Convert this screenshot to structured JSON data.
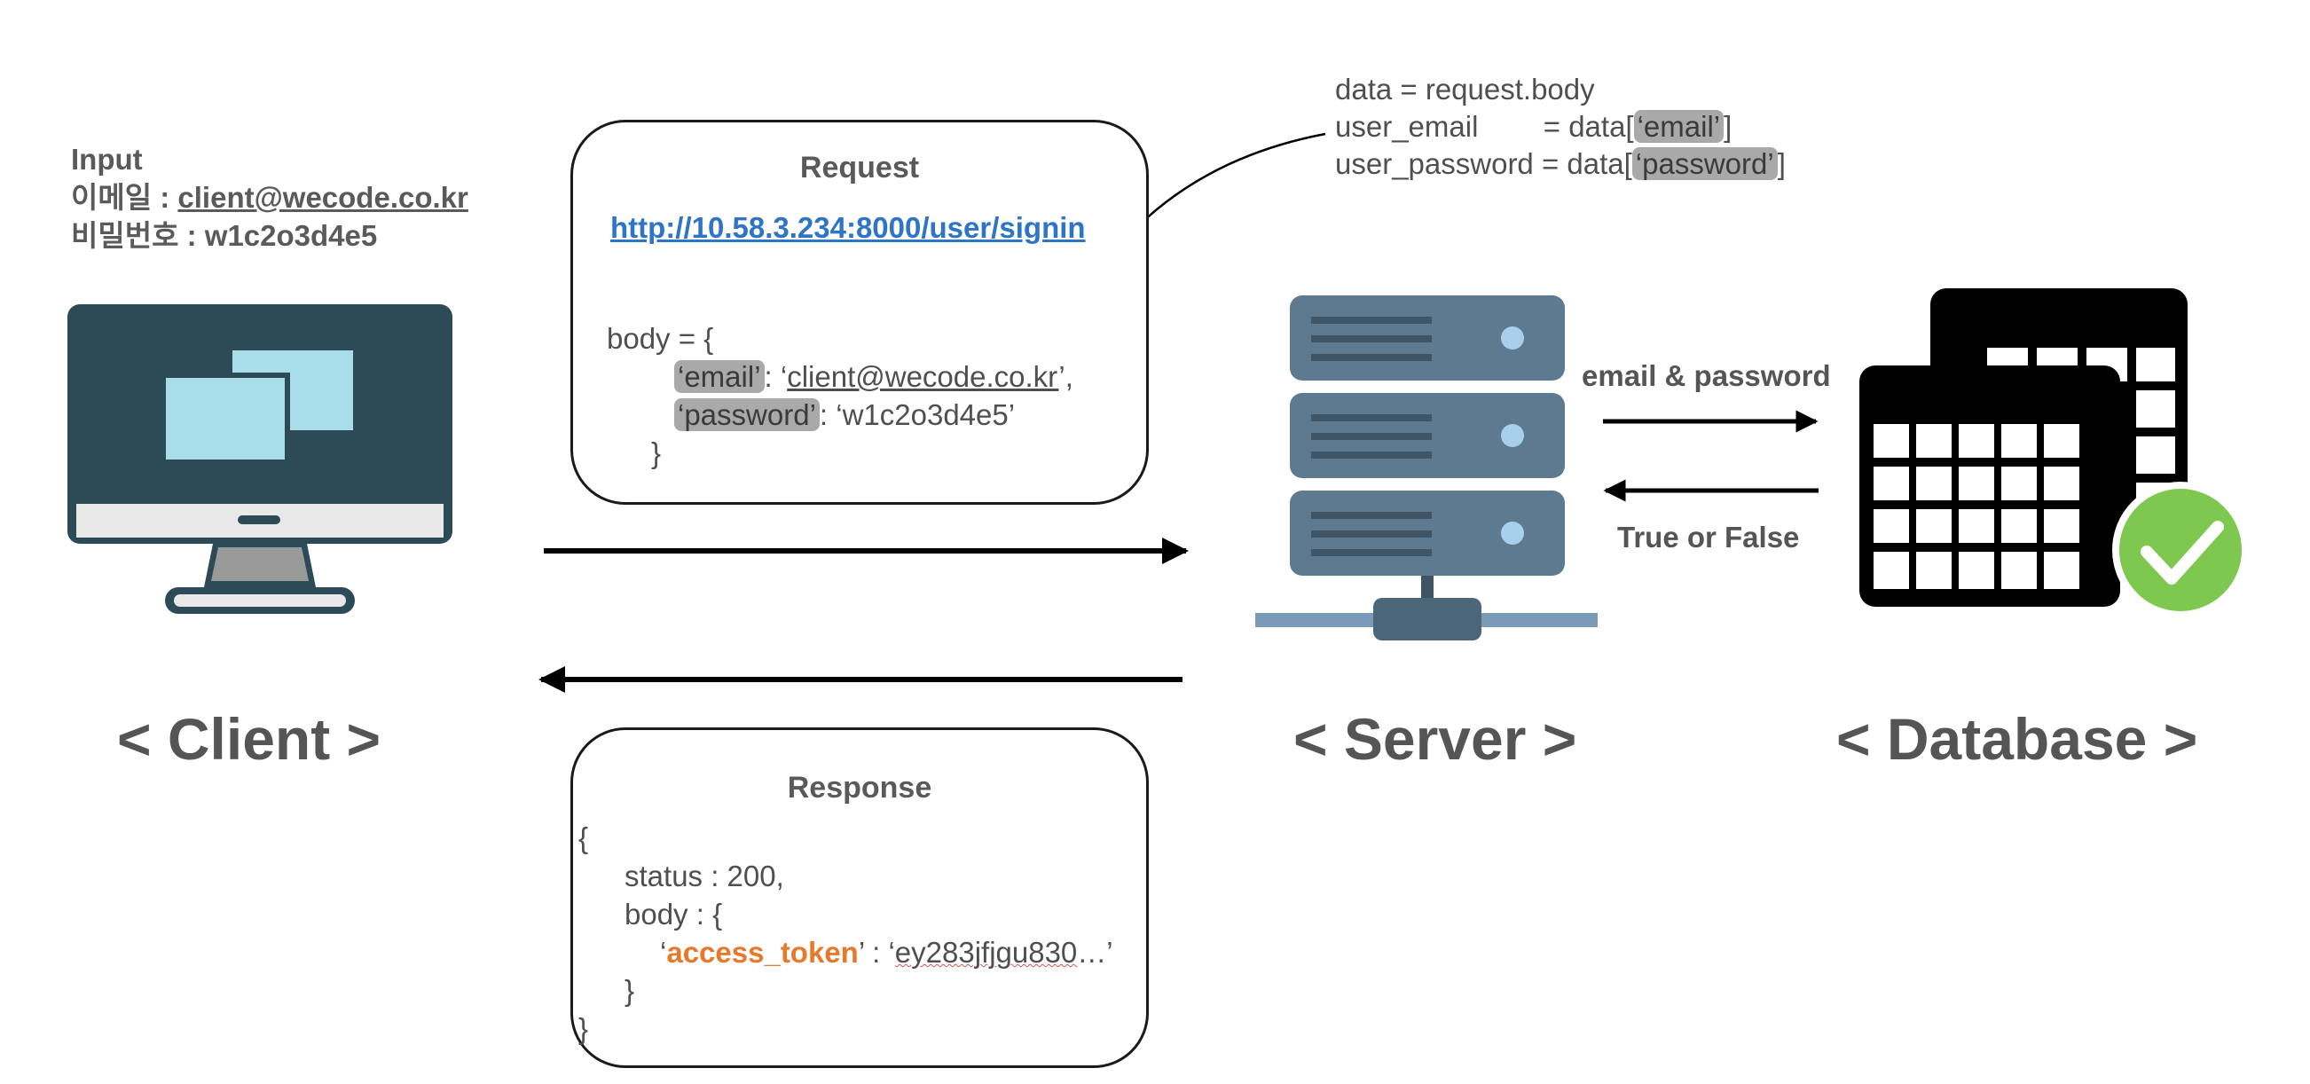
{
  "client": {
    "input_title": "Input",
    "email_label": "이메일 : ",
    "email_value": "client@wecode.co.kr",
    "password_label": "비밀번호 : ",
    "password_value": "w1c2o3d4e5",
    "caption": "< Client >"
  },
  "server_code": {
    "line1": "data = request.body",
    "line2_prefix": "user_email        = data[",
    "line2_key": "‘email’",
    "line2_suffix": "]",
    "line3_prefix": "user_password = data[",
    "line3_key": "‘password’",
    "line3_suffix": "]"
  },
  "request": {
    "title": "Request",
    "url": "http://10.58.3.234:8000/user/signin",
    "body_open": "body = {",
    "email_key": "‘email’",
    "email_sep": ": ‘",
    "email_value": "client@wecode.co.kr",
    "email_end": "’,",
    "password_key": "‘password’",
    "password_sep": ": ‘w1c2o3d4e5’",
    "body_close": "}"
  },
  "response": {
    "title": "Response",
    "open": "{",
    "status_line": "status : 200,",
    "body_open": "body : {",
    "token_quote_open": "‘",
    "token_key": "access_token",
    "token_sep": "’ : ‘",
    "token_value": "ey283jfjgu830",
    "token_end": "…’",
    "body_close": "}",
    "close": "}"
  },
  "server": {
    "caption": "< Server >"
  },
  "database": {
    "caption": "< Database >"
  },
  "arrows": {
    "to_db_label": "email & password",
    "from_db_label": "True or False"
  },
  "icons": {
    "client": "monitor-icon",
    "server": "server-rack-icon",
    "database": "table-icon",
    "check": "checkmark-icon"
  },
  "colors": {
    "monitor_frame": "#2d4a57",
    "monitor_screen": "#a8dde9",
    "server_unit": "#5d7a91",
    "server_light": "#a8d0ec",
    "network_line": "#7a9ab8",
    "check_green": "#7ec850",
    "link_blue": "#2e75c7",
    "token_orange": "#e8782a"
  }
}
